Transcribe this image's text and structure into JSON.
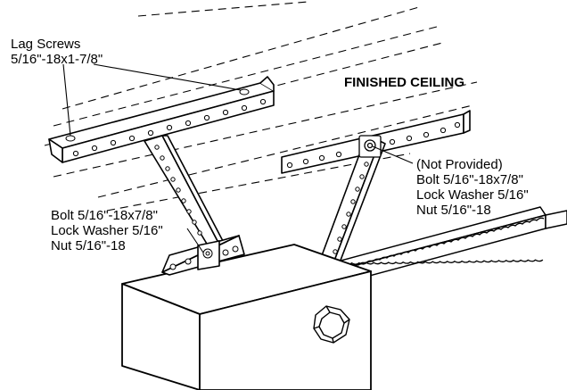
{
  "labels": {
    "lag_screws": [
      "Lag Screws",
      "5/16\"-18x1-7/8\""
    ],
    "finished_ceiling": "FINISHED CEILING",
    "right_hardware": [
      "(Not Provided)",
      "Bolt 5/16\"-18x7/8\"",
      "Lock Washer 5/16\"",
      "Nut 5/16\"-18"
    ],
    "left_hardware": [
      "Bolt 5/16\"-18x7/8\"",
      "Lock Washer 5/16\"",
      "Nut 5/16\"-18"
    ]
  }
}
